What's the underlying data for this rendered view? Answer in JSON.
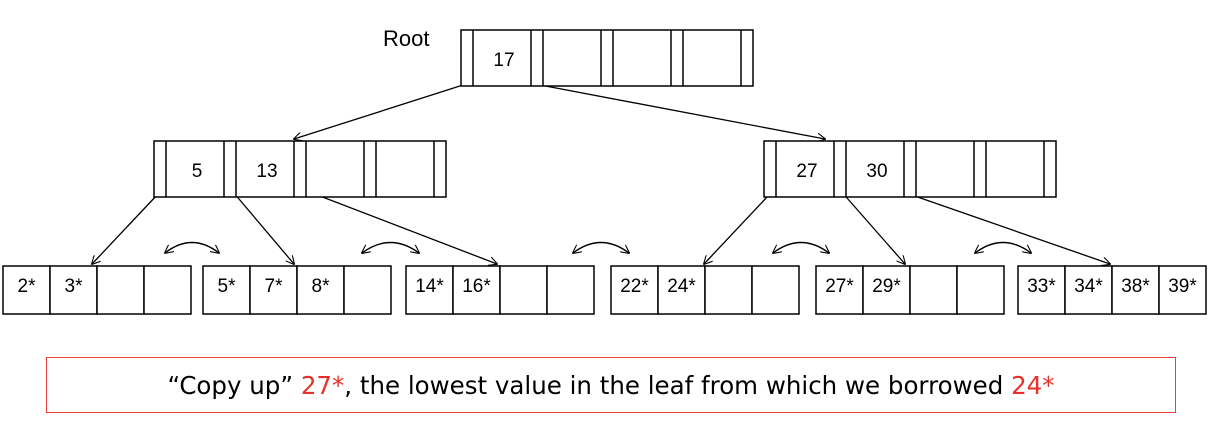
{
  "root_label": "Root",
  "root_node": {
    "keys": [
      "17",
      "",
      "",
      ""
    ]
  },
  "internal_nodes": [
    {
      "keys": [
        "5",
        "13",
        "",
        ""
      ]
    },
    {
      "keys": [
        "27",
        "30",
        "",
        ""
      ]
    }
  ],
  "leaf_nodes": [
    {
      "keys": [
        "2*",
        "3*",
        "",
        ""
      ]
    },
    {
      "keys": [
        "5*",
        "7*",
        "8*",
        ""
      ]
    },
    {
      "keys": [
        "14*",
        "16*",
        "",
        ""
      ]
    },
    {
      "keys": [
        "22*",
        "24*",
        "",
        ""
      ]
    },
    {
      "keys": [
        "27*",
        "29*",
        "",
        ""
      ]
    },
    {
      "keys": [
        "33*",
        "34*",
        "38*",
        "39*"
      ]
    }
  ],
  "caption": {
    "part1": "“Copy up” ",
    "highlight1": "27*",
    "part2": ", the lowest value in the leaf from which we borrowed ",
    "highlight2": "24*"
  },
  "colors": {
    "highlight": "#e8302a",
    "caption_border": "#e8423b",
    "lines": "#000000"
  }
}
